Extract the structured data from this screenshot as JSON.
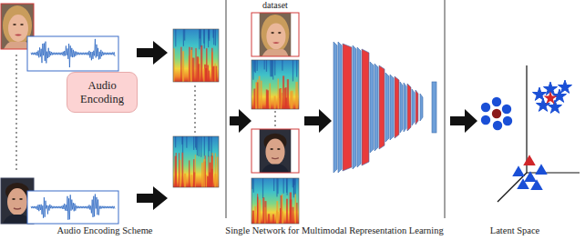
{
  "diagram": {
    "nodes": [
      {
        "text": [
          "Audio Encoding"
        ]
      }
    ],
    "labels": [
      "dataset",
      "Audio Encoding Scheme",
      "Single Network for Multimodal Representation Learning",
      "Latent Space"
    ]
  }
}
